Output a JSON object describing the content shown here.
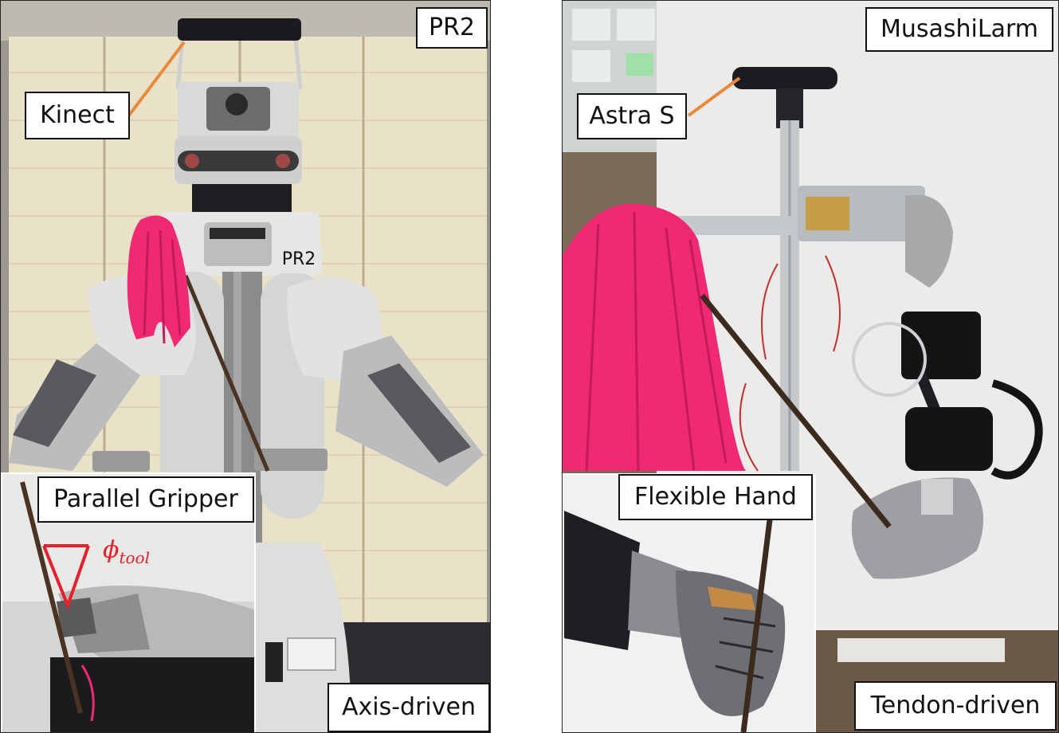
{
  "panels": {
    "left": {
      "robot_label": "PR2",
      "sensor_label": "Kinect",
      "inset_label": "Parallel Gripper",
      "drive_label": "Axis-driven",
      "body_badge": "PR2",
      "angle_symbol": "ϕ",
      "angle_subscript": "tool"
    },
    "right": {
      "robot_label": "MusashiLarm",
      "sensor_label": "Astra S",
      "inset_label": "Flexible Hand",
      "drive_label": "Tendon-driven"
    }
  },
  "colors": {
    "pointer_line": "#e98a3a",
    "angle_mark": "#e5202a",
    "cloth": "#f02a72"
  },
  "icons": {
    "pointer": "straight-line-callout",
    "angle": "v-shaped-angle-marker"
  }
}
